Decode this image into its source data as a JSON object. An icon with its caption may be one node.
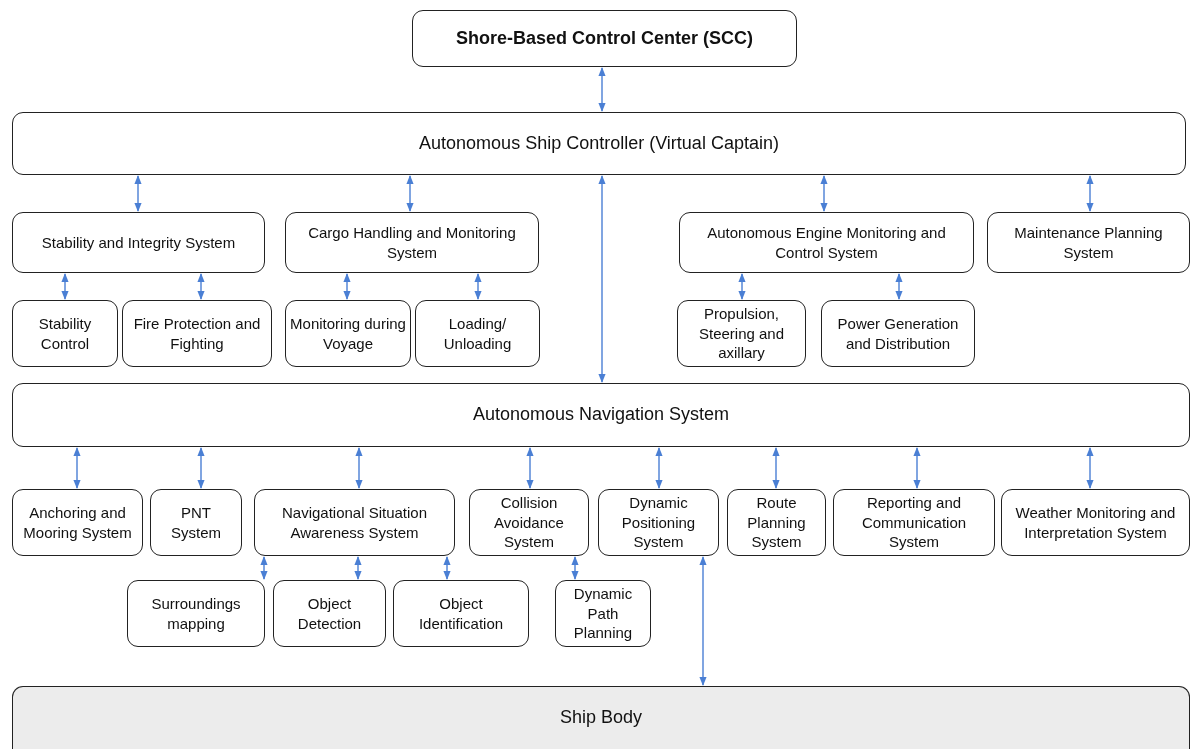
{
  "diagram": {
    "nodes": [
      {
        "text": [
          "Shore-Based Control Center (SCC)"
        ]
      },
      {
        "text": [
          "Autonomous Ship Controller (Virtual Captain)"
        ]
      },
      {
        "text": [
          "Stability and Integrity System"
        ]
      },
      {
        "text": [
          "Cargo Handling and Monitoring System"
        ]
      },
      {
        "text": [
          "Autonomous Engine Monitoring and Control System"
        ]
      },
      {
        "text": [
          "Maintenance Planning System"
        ]
      },
      {
        "text": [
          "Stability Control"
        ]
      },
      {
        "text": [
          "Fire Protection and Fighting"
        ]
      },
      {
        "text": [
          "Monitoring during Voyage"
        ]
      },
      {
        "text": [
          "Loading/ Unloading"
        ]
      },
      {
        "text": [
          "Propulsion, Steering and axillary"
        ]
      },
      {
        "text": [
          "Power Generation and Distribution"
        ]
      },
      {
        "text": [
          "Autonomous Navigation System"
        ]
      },
      {
        "text": [
          "Anchoring and Mooring System"
        ]
      },
      {
        "text": [
          "PNT System"
        ]
      },
      {
        "text": [
          "Navigational Situation Awareness System"
        ]
      },
      {
        "text": [
          "Collision Avoidance System"
        ]
      },
      {
        "text": [
          "Dynamic Positioning System"
        ]
      },
      {
        "text": [
          "Route Planning System"
        ]
      },
      {
        "text": [
          "Reporting and Communication System"
        ]
      },
      {
        "text": [
          "Weather Monitoring and Interpretation System"
        ]
      },
      {
        "text": [
          "Surroundings mapping"
        ]
      },
      {
        "text": [
          "Object Detection"
        ]
      },
      {
        "text": [
          "Object Identification"
        ]
      },
      {
        "text": [
          "Dynamic Path Planning"
        ]
      },
      {
        "text": [
          "Ship Body"
        ]
      }
    ],
    "edges": [
      {
        "from": 0,
        "to": 1,
        "arrow": "both"
      },
      {
        "from": 1,
        "to": 2,
        "arrow": "both"
      },
      {
        "from": 1,
        "to": 3,
        "arrow": "both"
      },
      {
        "from": 1,
        "to": 12,
        "arrow": "both"
      },
      {
        "from": 1,
        "to": 4,
        "arrow": "both"
      },
      {
        "from": 1,
        "to": 5,
        "arrow": "both"
      },
      {
        "from": 2,
        "to": 6,
        "arrow": "both"
      },
      {
        "from": 2,
        "to": 7,
        "arrow": "both"
      },
      {
        "from": 3,
        "to": 8,
        "arrow": "both"
      },
      {
        "from": 3,
        "to": 9,
        "arrow": "both"
      },
      {
        "from": 4,
        "to": 10,
        "arrow": "both"
      },
      {
        "from": 4,
        "to": 11,
        "arrow": "both"
      },
      {
        "from": 12,
        "to": 13,
        "arrow": "both"
      },
      {
        "from": 12,
        "to": 14,
        "arrow": "both"
      },
      {
        "from": 12,
        "to": 15,
        "arrow": "both"
      },
      {
        "from": 12,
        "to": 16,
        "arrow": "both"
      },
      {
        "from": 12,
        "to": 17,
        "arrow": "both"
      },
      {
        "from": 12,
        "to": 18,
        "arrow": "both"
      },
      {
        "from": 12,
        "to": 19,
        "arrow": "both"
      },
      {
        "from": 12,
        "to": 20,
        "arrow": "both"
      },
      {
        "from": 15,
        "to": 21,
        "arrow": "both"
      },
      {
        "from": 15,
        "to": 22,
        "arrow": "both"
      },
      {
        "from": 15,
        "to": 23,
        "arrow": "both"
      },
      {
        "from": 16,
        "to": 24,
        "arrow": "both"
      },
      {
        "from": 17,
        "to": 25,
        "arrow": "both"
      }
    ]
  }
}
